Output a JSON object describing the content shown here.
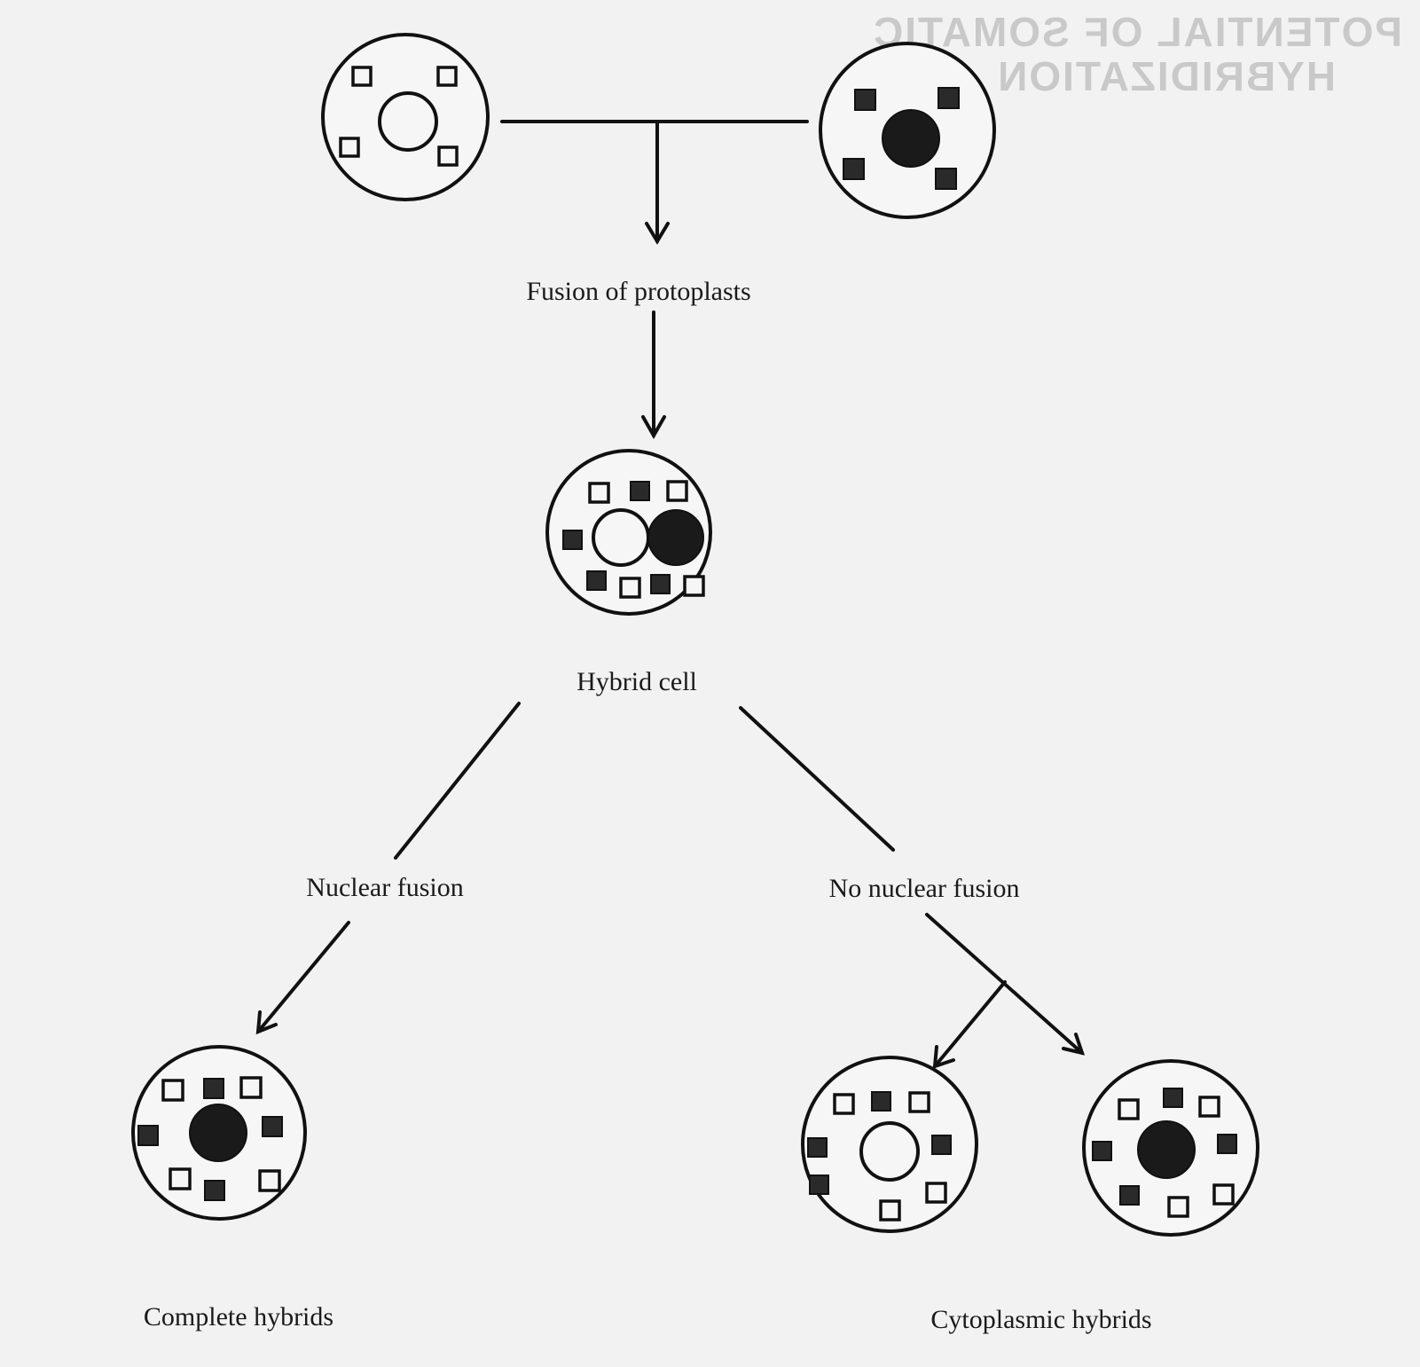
{
  "bleed_through": {
    "heading": [
      "POTENTIAL OF SOMATIC",
      "HYBRIDIZATION"
    ]
  },
  "labels": {
    "fusion": "Fusion of protoplasts",
    "hybrid": "Hybrid cell",
    "nuclear": "Nuclear fusion",
    "no_nuclear": "No nuclear fusion",
    "complete": "Complete hybrids",
    "cytoplasmic": "Cytoplasmic hybrids"
  }
}
